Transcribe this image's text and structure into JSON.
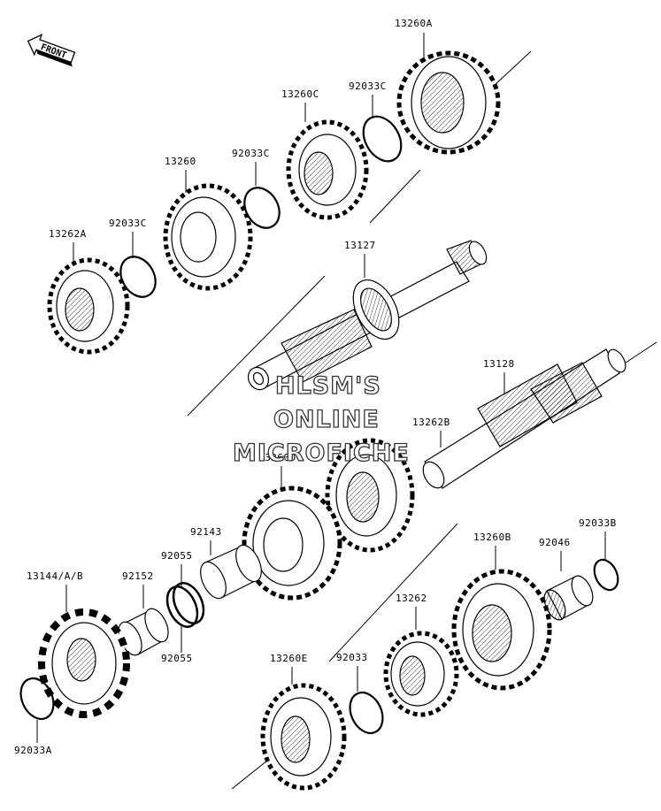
{
  "front_badge": "FRONT",
  "watermark": {
    "line1": "HLSM'S",
    "line2": "ONLINE",
    "line3": "MICROFICHE"
  },
  "parts": {
    "p13260A": "13260A",
    "p92033C_top": "92033C",
    "p13260C": "13260C",
    "p92033C_mid": "92033C",
    "p13260": "13260",
    "p92033C_left": "92033C",
    "p13262A": "13262A",
    "p13127": "13127",
    "p13128": "13128",
    "p13262B": "13262B",
    "p13260D": "13260D",
    "p92143": "92143",
    "p92055_top": "92055",
    "p92055_bot": "92055",
    "p13144": "13144/A/B",
    "p92152": "92152",
    "p92033A": "92033A",
    "p92033B": "92033B",
    "p92046": "92046",
    "p13260B": "13260B",
    "p13262": "13262",
    "p92033": "92033",
    "p13260E": "13260E"
  }
}
